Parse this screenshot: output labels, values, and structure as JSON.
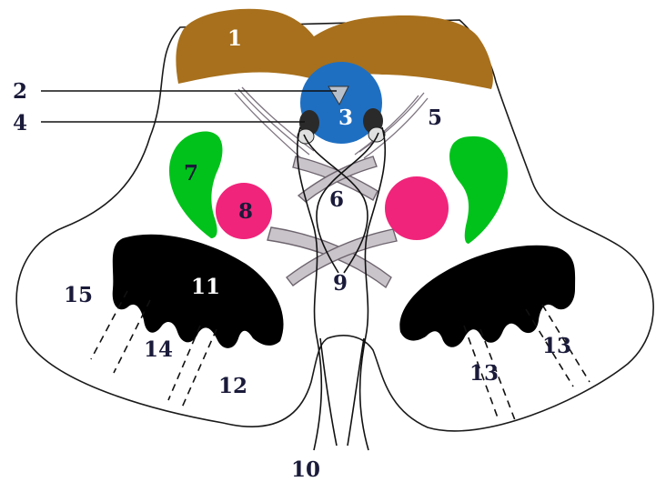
{
  "labels": {
    "l1": "1",
    "l2": "2",
    "l3": "3",
    "l4": "4",
    "l5": "5",
    "l6": "6",
    "l7": "7",
    "l8": "8",
    "l9": "9",
    "l10": "10",
    "l11": "11",
    "l12": "12",
    "l13a": "13",
    "l13b": "13",
    "l14": "14",
    "l15": "15"
  },
  "colors": {
    "tectum": "#a8701c",
    "aqueduct_region": "#1e6fc2",
    "aqueduct": "#b8c0cc",
    "oculomotor_nucleus": "#2a2a2a",
    "periaqueductal_zone": "#00c21a",
    "red_nucleus": "#f0247a",
    "substantia_nigra": "#000000",
    "background": "#ffffff"
  }
}
